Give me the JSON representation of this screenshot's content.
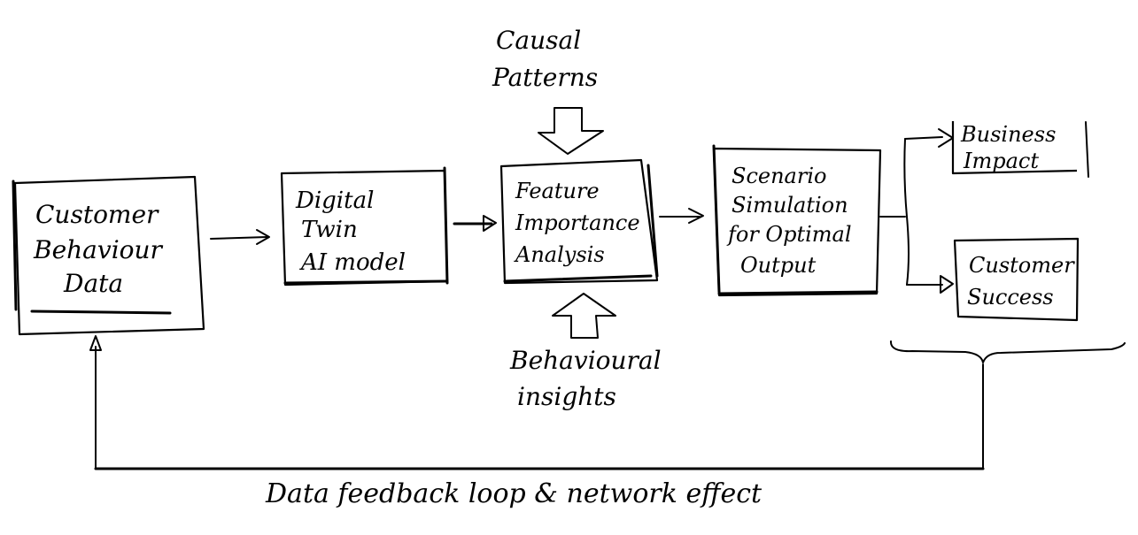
{
  "diagram": {
    "nodes": {
      "customer_behaviour_data": {
        "lines": [
          "Customer",
          "Behaviour",
          "Data"
        ]
      },
      "digital_twin": {
        "lines": [
          "Digital",
          "Twin",
          "AI model"
        ]
      },
      "feature_importance": {
        "lines": [
          "Feature",
          "Importance",
          "Analysis"
        ]
      },
      "scenario_simulation": {
        "lines": [
          "Scenario",
          "Simulation",
          "for Optimal",
          "Output"
        ]
      },
      "business_impact": {
        "lines": [
          "Business",
          "Impact"
        ]
      },
      "customer_success": {
        "lines": [
          "Customer",
          "Success"
        ]
      }
    },
    "inputs": {
      "causal_patterns": {
        "lines": [
          "Causal",
          "Patterns"
        ]
      },
      "behavioural_insights": {
        "lines": [
          "Behavioural",
          "insights"
        ]
      }
    },
    "feedback_label": "Data feedback loop & network effect",
    "edges": [
      {
        "from": "customer_behaviour_data",
        "to": "digital_twin"
      },
      {
        "from": "digital_twin",
        "to": "feature_importance"
      },
      {
        "from": "causal_patterns",
        "to": "feature_importance"
      },
      {
        "from": "behavioural_insights",
        "to": "feature_importance"
      },
      {
        "from": "feature_importance",
        "to": "scenario_simulation"
      },
      {
        "from": "scenario_simulation",
        "to": "business_impact"
      },
      {
        "from": "scenario_simulation",
        "to": "customer_success"
      },
      {
        "from": "outcomes",
        "to": "customer_behaviour_data",
        "label": "Data feedback loop & network effect"
      }
    ]
  }
}
